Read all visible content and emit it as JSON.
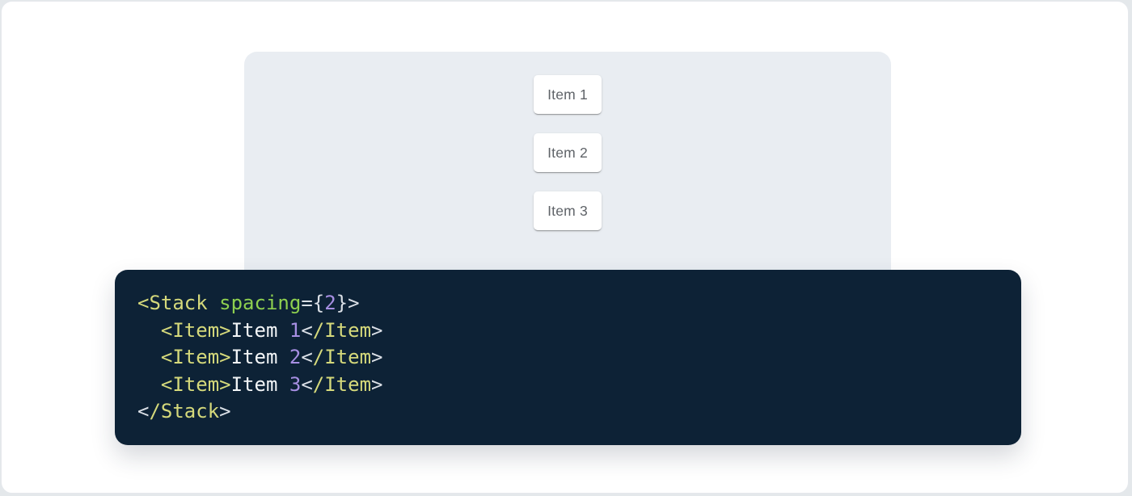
{
  "frame": {
    "page_background": "#e4e8eb",
    "card_background": "#ffffff",
    "border_color": "#e5e8ec"
  },
  "stack_demo": {
    "panel_background": "#e9edf2",
    "item_text_color": "#5f6368",
    "items": [
      {
        "label": "Item 1"
      },
      {
        "label": "Item 2"
      },
      {
        "label": "Item 3"
      }
    ]
  },
  "code_block": {
    "language": "jsx",
    "background": "#0d2236",
    "colors": {
      "tag": "#d5d97b",
      "attr": "#8ed04f",
      "number": "#a78fe3",
      "punctuation": "#dadfe6",
      "text": "#f2f5f7"
    },
    "lines": [
      [
        {
          "t": "<Stack",
          "c": "tag"
        },
        {
          "t": " ",
          "c": "plain"
        },
        {
          "t": "spacing",
          "c": "attr"
        },
        {
          "t": "=",
          "c": "punct"
        },
        {
          "t": "{",
          "c": "punct"
        },
        {
          "t": "2",
          "c": "num"
        },
        {
          "t": "}",
          "c": "punct"
        },
        {
          "t": ">",
          "c": "punct"
        }
      ],
      [
        {
          "t": "  ",
          "c": "plain"
        },
        {
          "t": "<Item>",
          "c": "tag"
        },
        {
          "t": "Item ",
          "c": "text"
        },
        {
          "t": "1",
          "c": "num"
        },
        {
          "t": "<",
          "c": "punct"
        },
        {
          "t": "/Item",
          "c": "tag"
        },
        {
          "t": ">",
          "c": "punct"
        }
      ],
      [
        {
          "t": "  ",
          "c": "plain"
        },
        {
          "t": "<Item>",
          "c": "tag"
        },
        {
          "t": "Item ",
          "c": "text"
        },
        {
          "t": "2",
          "c": "num"
        },
        {
          "t": "<",
          "c": "punct"
        },
        {
          "t": "/Item",
          "c": "tag"
        },
        {
          "t": ">",
          "c": "punct"
        }
      ],
      [
        {
          "t": "  ",
          "c": "plain"
        },
        {
          "t": "<Item>",
          "c": "tag"
        },
        {
          "t": "Item ",
          "c": "text"
        },
        {
          "t": "3",
          "c": "num"
        },
        {
          "t": "<",
          "c": "punct"
        },
        {
          "t": "/Item",
          "c": "tag"
        },
        {
          "t": ">",
          "c": "punct"
        }
      ],
      [
        {
          "t": "<",
          "c": "punct"
        },
        {
          "t": "/Stack",
          "c": "tag"
        },
        {
          "t": ">",
          "c": "punct"
        }
      ]
    ]
  }
}
